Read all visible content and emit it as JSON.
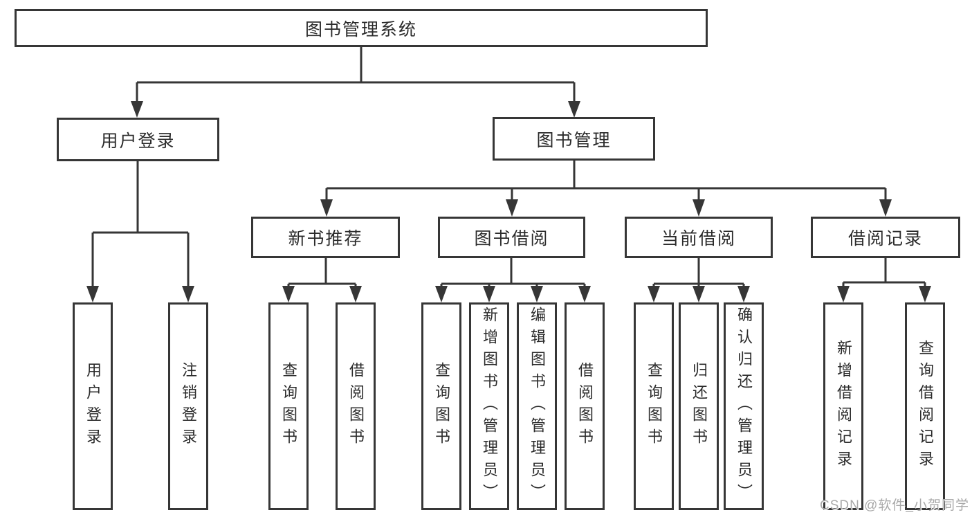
{
  "diagram": {
    "root": "图书管理系统",
    "level1": [
      {
        "label": "用户登录",
        "children": [
          "用户登录",
          "注销登录"
        ]
      },
      {
        "label": "图书管理"
      }
    ],
    "level2": [
      {
        "label": "新书推荐",
        "children": [
          "查询图书",
          "借阅图书"
        ]
      },
      {
        "label": "图书借阅",
        "children": [
          "查询图书",
          "新增图书（管理员）",
          "编辑图书（管理员）",
          "借阅图书"
        ]
      },
      {
        "label": "当前借阅",
        "children": [
          "查询图书",
          "归还图书",
          "确认归还（管理员）"
        ]
      },
      {
        "label": "借阅记录",
        "children": [
          "新增借阅记录",
          "查询借阅记录"
        ]
      }
    ]
  },
  "watermark": {
    "text": "CSDN @软件_小贺同学"
  },
  "colors": {
    "line": "#363636",
    "box_border": "#363636",
    "text": "#2b2b2b",
    "watermark": "#a9a9a9",
    "background": "#ffffff"
  }
}
